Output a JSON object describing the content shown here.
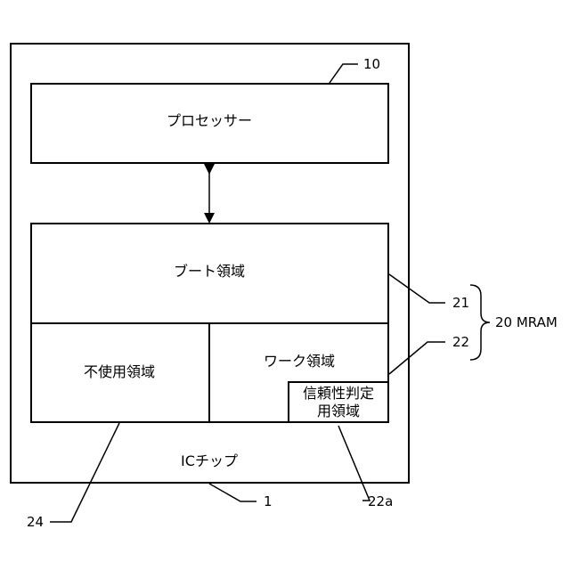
{
  "labels": {
    "processor": "プロセッサー",
    "boot_area": "ブート領域",
    "unused_area": "不使用領域",
    "work_area": "ワーク領域",
    "reliability_line1": "信頼性判定",
    "reliability_line2": "用領域",
    "ic_chip": "ICチップ"
  },
  "refs": {
    "r10": "10",
    "r21": "21",
    "r22": "22",
    "r20": "20 MRAM",
    "r1": "1",
    "r24": "24",
    "r22a": "22a"
  }
}
